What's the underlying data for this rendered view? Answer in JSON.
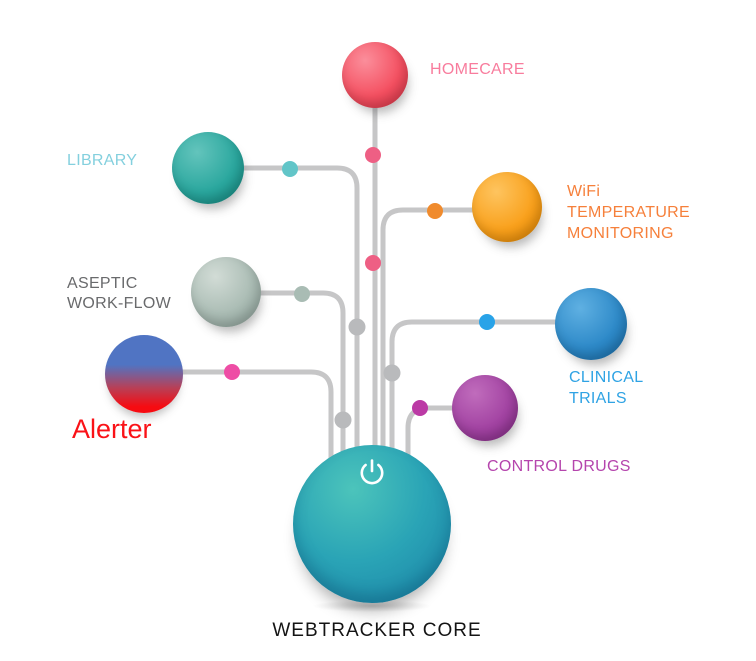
{
  "diagram": {
    "core": {
      "label": "WEBTRACKER CORE",
      "icon": "power-icon",
      "sphere_color": "#2aa4b6"
    },
    "nodes": [
      {
        "id": "homecare",
        "label_lines": [
          "HOMECARE"
        ],
        "sphere_color": "#f44f60",
        "label_color": "#f87c9d",
        "dot_color": "#ee5f84"
      },
      {
        "id": "library",
        "label_lines": [
          "LIBRARY"
        ],
        "sphere_color": "#2aa79e",
        "label_color": "#84d0de",
        "dot_color": "#62c5c8"
      },
      {
        "id": "wifi-temperature-monitoring",
        "label_lines": [
          "WiFi",
          "TEMPERATURE",
          "MONITORING"
        ],
        "sphere_color": "#f9a01b",
        "label_color": "#f6803b",
        "dot_color": "#f08b2d"
      },
      {
        "id": "aseptic-work-flow",
        "label_lines": [
          "ASEPTIC",
          "WORK-FLOW"
        ],
        "sphere_color": "#a9bbb3",
        "label_color": "#696a6c",
        "dot_color": "#a9bcb4"
      },
      {
        "id": "alerter",
        "label_lines": [
          "Alerter"
        ],
        "sphere_color_top": "#5074c3",
        "sphere_color_bottom": "#f60b11",
        "label_color": "#fa1217",
        "dot_color": "#ee4da5"
      },
      {
        "id": "clinical-trials",
        "label_lines": [
          "CLINICAL",
          "TRIALS"
        ],
        "sphere_color": "#2d89c8",
        "label_color": "#2fa3e4",
        "dot_color": "#29a3e8"
      },
      {
        "id": "control-drugs",
        "label_lines": [
          "CONTROL DRUGS"
        ],
        "sphere_color": "#a344a3",
        "label_color": "#b545ad",
        "dot_color": "#bb3aa5"
      }
    ],
    "connector_color": "#c6c6c7",
    "junction_dot_color": "#b9babc"
  }
}
